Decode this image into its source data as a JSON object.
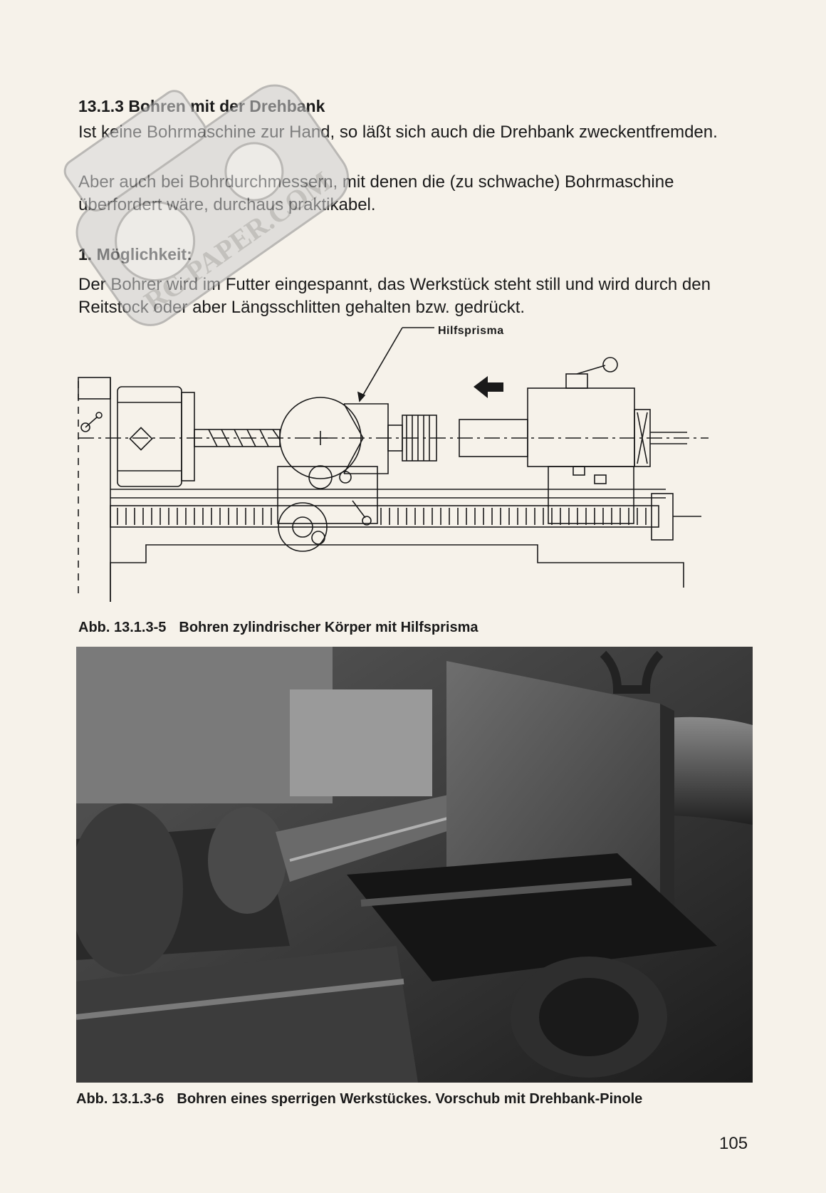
{
  "section": {
    "heading": "13.1.3 Bohren mit der Drehbank",
    "paragraph_1": "Ist keine Bohrmaschine zur Hand, so läßt sich auch die Drehbank zweckentfremden.",
    "paragraph_2": "Aber auch bei Bohrdurchmessern, mit denen die (zu schwache) Bohrmaschine überfordert wäre, durchaus praktikabel."
  },
  "option_1": {
    "heading": "1. Möglichkeit:",
    "paragraph": "Der Bohrer wird im Futter eingespannt, das Werkstück steht still und wird durch den Reitstock oder aber Längsschlitten gehalten bzw. gedrückt."
  },
  "figure_1": {
    "callout_label": "Hilfsprisma",
    "caption_number": "Abb. 13.1.3-5",
    "caption_text": "Bohren zylindrischer Körper mit Hilfsprisma"
  },
  "figure_2": {
    "caption_number": "Abb. 13.1.3-6",
    "caption_text": "Bohren eines sperrigen Werkstückes. Vorschub mit Drehbank-Pinole"
  },
  "watermark": {
    "text": "RC-PAPER.COM"
  },
  "page_number": "105"
}
